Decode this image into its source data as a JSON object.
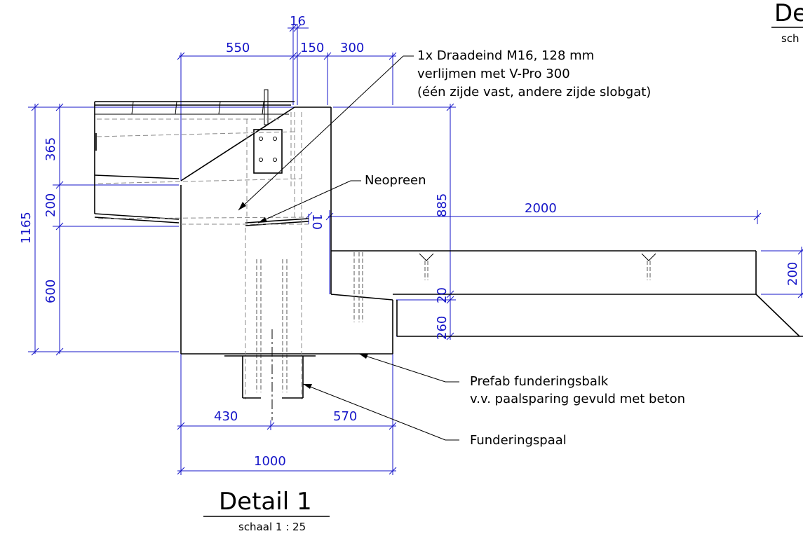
{
  "titles": {
    "main": "Detail 1",
    "main_scale": "schaal 1 : 25",
    "side": "De",
    "side_scale": "sch"
  },
  "annotations": {
    "draadeind": [
      "1x Draadeind M16, 128 mm",
      "verlijmen met V-Pro 300",
      "(één zijde vast, andere zijde slobgat)"
    ],
    "neopreen": "Neopreen",
    "funderingsbalk": [
      "Prefab funderingsbalk",
      "v.v. paalsparing gevuld met beton"
    ],
    "funderingspaal": "Funderingspaal"
  },
  "dimensions": {
    "top_16": "16",
    "top_550": "550",
    "top_150": "150",
    "top_300": "300",
    "left_1165": "1165",
    "left_365": "365",
    "left_200": "200",
    "left_600": "600",
    "mid_885": "885",
    "mid_10": "10",
    "mid_2000": "2000",
    "mid_20": "20",
    "mid_260": "260",
    "right_200": "200",
    "bottom_430": "430",
    "bottom_570": "570",
    "bottom_1000": "1000"
  },
  "colors": {
    "dimension": "#1515c8",
    "object": "#000000",
    "hidden": "#8a8a8a"
  }
}
